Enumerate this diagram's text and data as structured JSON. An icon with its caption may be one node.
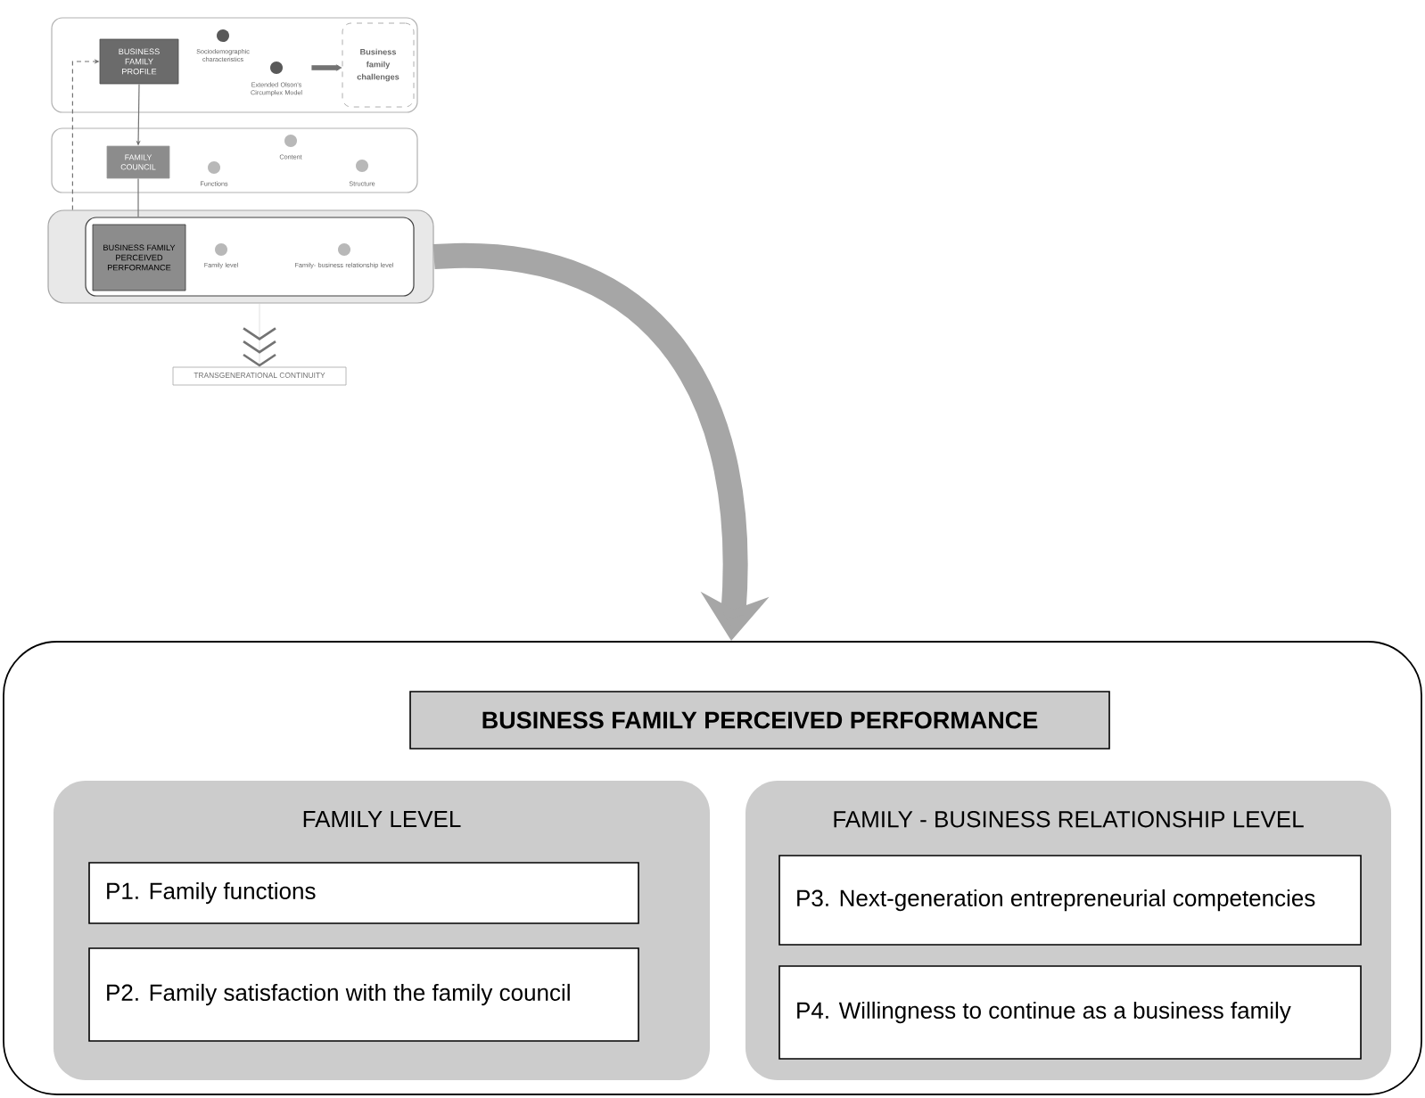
{
  "diagram": {
    "nodes": [
      {
        "text": [],
        "shape": "box"
      },
      {
        "text": [
          "BUSINESS FAMILY PROFILE"
        ],
        "in": 0
      },
      {
        "text": [],
        "shape": "circle",
        "in": 0,
        "beside": [
          "Sociodemographic characteristics"
        ]
      },
      {
        "text": [],
        "shape": "circle",
        "in": 0,
        "beside": [
          "Extended Olson's Circumplex Model"
        ]
      },
      {
        "text": [
          "Business family challenges"
        ],
        "in": 0
      },
      {
        "text": [],
        "shape": "box"
      },
      {
        "text": [
          "FAMILY COUNCIL"
        ],
        "in": 5
      },
      {
        "text": [],
        "shape": "circle",
        "in": 5,
        "beside": [
          "Functions"
        ]
      },
      {
        "text": [],
        "shape": "circle",
        "in": 5,
        "beside": [
          "Content"
        ]
      },
      {
        "text": [],
        "shape": "circle",
        "in": 5,
        "beside": [
          "Structure"
        ]
      },
      {
        "text": [],
        "shape": "box"
      },
      {
        "text": [],
        "shape": "box",
        "in": 10
      },
      {
        "text": [
          "BUSINESS FAMILY PERCEIVED PERFORMANCE"
        ],
        "in": 11
      },
      {
        "text": [],
        "shape": "circle",
        "in": 11,
        "beside": [
          "Family level"
        ]
      },
      {
        "text": [],
        "shape": "circle",
        "in": 11,
        "beside": [
          "Family- business relationship level"
        ]
      },
      {
        "text": [
          "TRANSGENERATIONAL CONTINUITY"
        ]
      },
      {
        "text": [],
        "shape": "box"
      },
      {
        "text": [
          "BUSINESS FAMILY PERCEIVED PERFORMANCE"
        ],
        "in": 16
      },
      {
        "text": [
          "FAMILY LEVEL"
        ],
        "in": 16
      },
      {
        "text": [
          "P1. Family functions"
        ],
        "in": 18
      },
      {
        "text": [
          "P2. Family satisfaction with the family council"
        ],
        "in": 18
      },
      {
        "text": [
          "FAMILY - BUSINESS RELATIONSHIP LEVEL"
        ],
        "in": 16
      },
      {
        "text": [
          "P3. Next-generation entrepreneurial competencies"
        ],
        "in": 21
      },
      {
        "text": [
          "P4. Willingness to continue as a business family"
        ],
        "in": 21
      }
    ],
    "edges": [
      {
        "from": 1,
        "to": 6,
        "arrow": "to"
      },
      {
        "from": 6,
        "to": 11,
        "arrow": "none"
      },
      {
        "from": 10,
        "to": 1,
        "arrow": "to",
        "style": "dashed"
      },
      {
        "from": 3,
        "to": 4,
        "arrow": "to",
        "style": "thick"
      },
      {
        "from": 10,
        "to": 15,
        "arrow": "to"
      },
      {
        "from": 10,
        "to": 16,
        "arrow": "to",
        "style": "thick",
        "color": "#a6a6a6"
      }
    ]
  }
}
